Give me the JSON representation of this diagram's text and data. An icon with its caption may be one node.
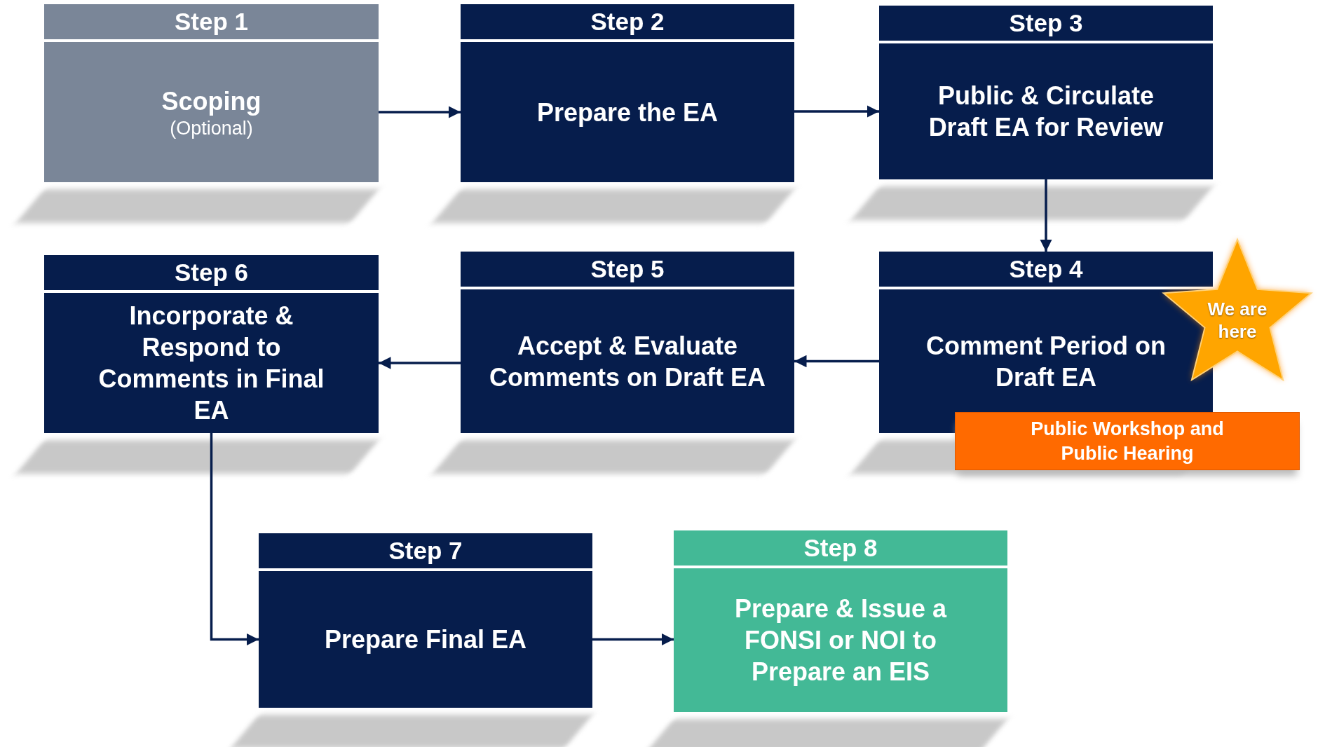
{
  "diagram": {
    "nodes": [
      {
        "text": [
          "Step 1",
          "Scoping",
          "(Optional)"
        ]
      },
      {
        "text": [
          "Step 2",
          "Prepare the EA"
        ]
      },
      {
        "text": [
          "Step 3",
          "Public & Circulate Draft EA for Review"
        ]
      },
      {
        "text": [
          "Step 4",
          "Comment Period on Draft EA"
        ]
      },
      {
        "text": [
          "We are here"
        ]
      },
      {
        "text": [
          "Public Workshop and Public Hearing"
        ]
      },
      {
        "text": [
          "Step 5",
          "Accept & Evaluate Comments on Draft EA"
        ]
      },
      {
        "text": [
          "Step 6",
          "Incorporate & Respond to Comments in Final EA"
        ]
      },
      {
        "text": [
          "Step 7",
          "Prepare Final EA"
        ]
      },
      {
        "text": [
          "Step 8",
          "Prepare & Issue a FONSI or NOI to Prepare an EIS"
        ]
      }
    ],
    "edges": [
      {
        "from": 0,
        "to": 1,
        "arrow": "to"
      },
      {
        "from": 1,
        "to": 2,
        "arrow": "to"
      },
      {
        "from": 2,
        "to": 3,
        "arrow": "to"
      },
      {
        "from": 3,
        "to": 6,
        "arrow": "to"
      },
      {
        "from": 6,
        "to": 7,
        "arrow": "to"
      },
      {
        "from": 7,
        "to": 8,
        "arrow": "to"
      },
      {
        "from": 8,
        "to": 9,
        "arrow": "to"
      }
    ]
  }
}
